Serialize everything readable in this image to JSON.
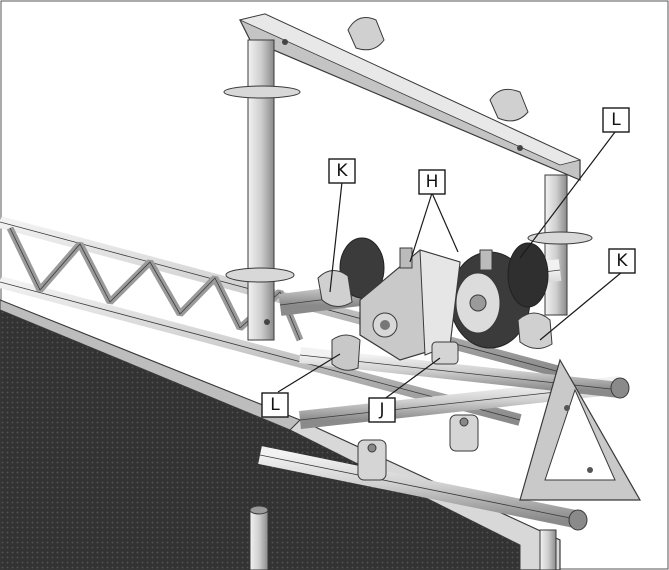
{
  "callouts": {
    "h": "H",
    "j": "J",
    "k_left": "K",
    "k_right": "K",
    "l_top": "L",
    "l_bottom": "L"
  },
  "colors": {
    "metal_light": "#e6e6e6",
    "metal_mid": "#b9b9b9",
    "metal_dark": "#7d7d7d",
    "outline": "#3a3a3a",
    "deck": "#2e2e2e",
    "wheel": "#3b3b3b"
  }
}
